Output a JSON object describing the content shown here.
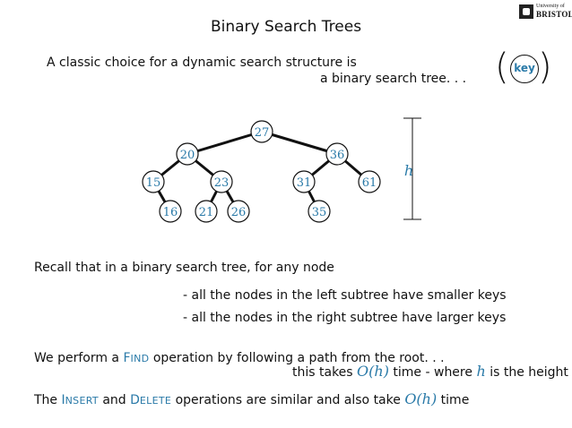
{
  "slide": {
    "title": "Binary Search Trees",
    "intro_line1": "A classic choice for a dynamic search structure is",
    "intro_line2": "a binary search tree. . .",
    "key_badge": "key",
    "logo": {
      "line1": "University of",
      "line2": "BRISTOL"
    }
  },
  "diagram": {
    "height_label": "h",
    "node_color": "#2a7aa8",
    "nodes": [
      "27",
      "20",
      "36",
      "15",
      "23",
      "31",
      "61",
      "16",
      "21",
      "26",
      "35"
    ]
  },
  "body": {
    "recall": "Recall that in a binary search tree, for any node",
    "bullet1": "- all the nodes in the left subtree have smaller keys",
    "bullet2": "- all the nodes in the right subtree have larger keys",
    "find_pre": "We perform a",
    "find_cap": "F",
    "find_small": "IND",
    "find_post": "operation by following a path from the root. . .",
    "takes_pre": "this takes",
    "big_o_h": "O(h)",
    "takes_mid": "time - where",
    "h_var": "h",
    "takes_post": "is the height",
    "the": "The",
    "insert_cap": "I",
    "insert_small": "NSERT",
    "and": "and",
    "delete_cap": "D",
    "delete_small": "ELETE",
    "ops_post": "operations are similar and also take",
    "big_o_h2": "O(h)",
    "time": "time"
  }
}
